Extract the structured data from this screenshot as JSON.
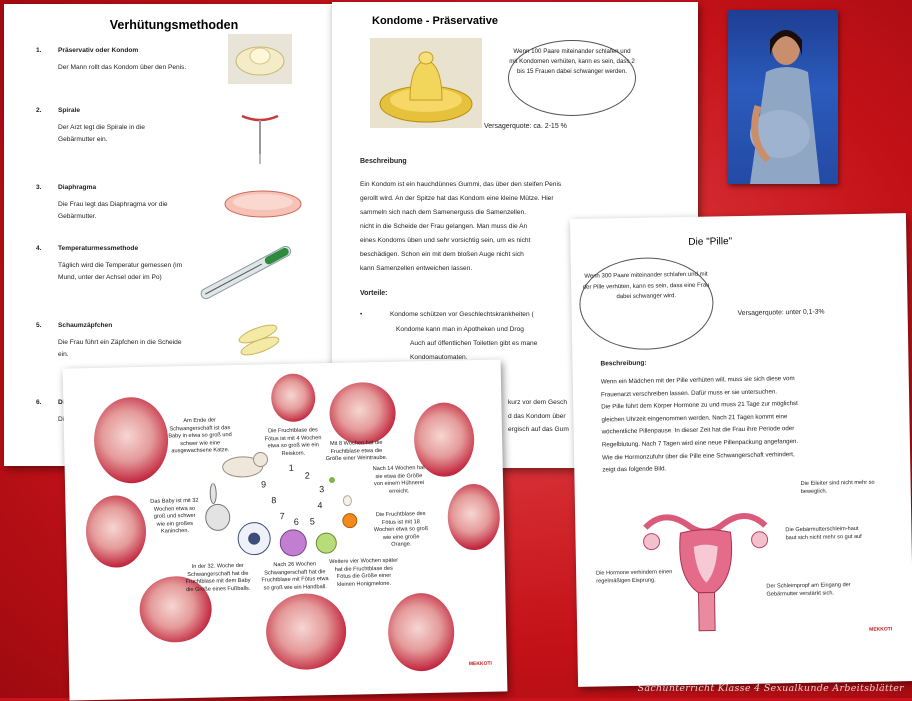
{
  "sheet1": {
    "title": "Verhütungsmethoden",
    "items": [
      {
        "num": "1.",
        "name": "Präservativ oder Kondom",
        "desc": "Der Mann rollt das Kondom über den Penis."
      },
      {
        "num": "2.",
        "name": "Spirale",
        "desc": "Der Arzt legt die Spirale in die Gebärmutter ein."
      },
      {
        "num": "3.",
        "name": "Diaphragma",
        "desc": "Die Frau legt das Diaphragma vor die Gebärmutter."
      },
      {
        "num": "4.",
        "name": "Temperaturmessmethode",
        "desc": "Täglich wird die Temperatur gemessen (im Mund, unter der Achsel oder im Po)"
      },
      {
        "num": "5.",
        "name": "Schaumzäpfchen",
        "desc": "Die Frau führt ein Zäpfchen in die Scheide ein."
      },
      {
        "num": "6.",
        "name": "Die",
        "desc": "Die"
      }
    ]
  },
  "sheet2": {
    "title": "Kondome - Präservative",
    "cloud": "Wenn 100 Paare miteinander schlafen und mit Kondomen verhüten, kann es sein, dass 2 bis 15 Frauen dabei schwanger werden.",
    "quote": "Versagerquote: ca. 2-15 %",
    "beschreibung": "Beschreibung",
    "p1": "Ein Kondom ist ein hauchdünnes Gummi, das über den steifen Penis gerollt wird. An der Spitze hat das Kondom eine kleine Mütze. Hier sammeln sich nach dem Samenerguss die Samenzellen. ...",
    "p1_lines": [
      "Ein Kondom ist ein hauchdünnes Gummi, das über den steifen Penis",
      "gerollt wird. An der Spitze hat das Kondom eine kleine Mütze. Hier",
      "sammeln sich nach dem Samenerguss die Samenzellen. ",
      "nicht in die Scheide der Frau gelangen. Man muss die An",
      "eines Kondoms üben und sehr vorsichtig sein, um es nicht",
      "beschädigen. Schon ein mit dem bloßen Auge nicht sich",
      "kann Samenzellen entweichen lassen."
    ],
    "vorteile": "Vorteile:",
    "v1": "Kondome schützen vor Geschlechtskrankheiten (",
    "v2": "Kondome kann man in Apotheken und Drog",
    "v3": "Auch auf öffentlichen Toiletten gibt es mane",
    "v4": "Kondomautomaten.",
    "r1": "kurz vor dem Gesch",
    "r2": "d das Kondom über",
    "r3": "ergisch auf das Gum"
  },
  "sheet3": {
    "labels": [
      "Am Ende der Schwangerschaft ist das Baby in etwa so groß und schwer wie eine ausgewachsene Katze.",
      "Die Fruchtblase des Fötus ist mit 4 Wochen etwa so groß wie ein Reiskorn.",
      "Mit 8 Wochen hat die Fruchtblase etwa die Größe einer Weintraube.",
      "Nach 14 Wochen hat sie etwa die Größe von einem Hühnerei erreicht.",
      "Das Baby ist mit 32 Wochen etwa so groß und schwer wie ein großes Kaninchen.",
      "Die Fruchtblase des Fötus ist mit 18 Wochen etwa so groß wie eine große Orange.",
      "In der 32. Woche der Schwangerschaft hat die Fruchtblase mit dem Baby die Größe eines Fußballs.",
      "Nach 26 Wochen Schwangerschaft hat die Fruchtblase mit Fötus etwa so groß wie ein Handball.",
      "Weitere vier Wochen später hat die Fruchtblase des Fötus die Größe einer kleinen Honigmelone."
    ],
    "numbers": [
      "9",
      "8",
      "7",
      "6",
      "5",
      "4",
      "3",
      "2",
      "1"
    ],
    "signature": "MEKKOTI"
  },
  "sheet4": {
    "title": "Die \"Pille\"",
    "cloud": "Wenn 300 Paare miteinander schlafen und mit der Pille verhüten, kann es sein, dass eine Frau dabei schwanger wird.",
    "quote": "Versagerquote: unter 0,1-3%",
    "beschreibung": "Beschreibung:",
    "lines": [
      "Wenn ein Mädchen mit der Pille verhüten will, muss sie sich diese vom",
      "Frauenarzt verschreiben lassen. Dafür muss er sie untersuchen.",
      "Die Pille führt dem Körper Hormone zu und muss 21 Tage zur möglichst",
      "gleichen Uhrzeit eingenommen werden. Nach 21 Tagen kommt eine",
      "wöchentliche Pillenpause. In dieser Zeit hat die Frau ihre Periode oder",
      "Regelblutung. Nach 7 Tagen wird eine neue Pillenpackung angefangen.",
      "Wie die Hormonzufuhr über die Pille eine Schwangerschaft verhindert,",
      "zeigt das folgende Bild."
    ],
    "ann1": "Die Eileiter sind nicht mehr so beweglich.",
    "ann2": "Die Gebärmutterschleim-haut baut sich nicht mehr so gut auf",
    "ann3": "Die Hormone verhindern einen regelmäßigen Eisprung.",
    "ann4": "Der Schleimpropf am Eingang der Gebärmutter verstärkt sich.",
    "signature": "MEKKOTI"
  },
  "watermark": "Sachunterricht Klasse 4 Sexualkunde Arbeitsblätter"
}
